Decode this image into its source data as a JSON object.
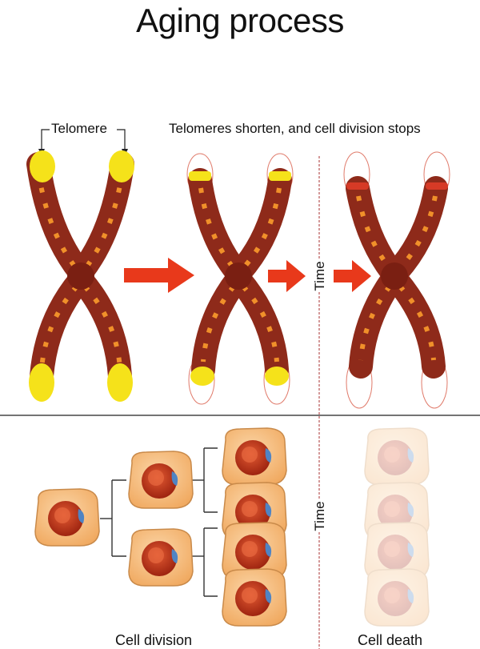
{
  "title": "Aging process",
  "labels": {
    "telomere": "Telomere",
    "statement": "Telomeres shorten, and cell division stops",
    "time_top": "Time",
    "time_bottom": "Time",
    "cell_division": "Cell division",
    "cell_death": "Cell death"
  },
  "colors": {
    "chromatid": "#8e2a1a",
    "band": "#f0902a",
    "telomere": "#f5e21a",
    "short_telomere": "#d63a26",
    "arrow": "#e8391b",
    "cell": "#f6bf82",
    "cell_edge": "#c98a4a",
    "nucleus": "#c93a1a",
    "organelle": "#4f84c4"
  }
}
